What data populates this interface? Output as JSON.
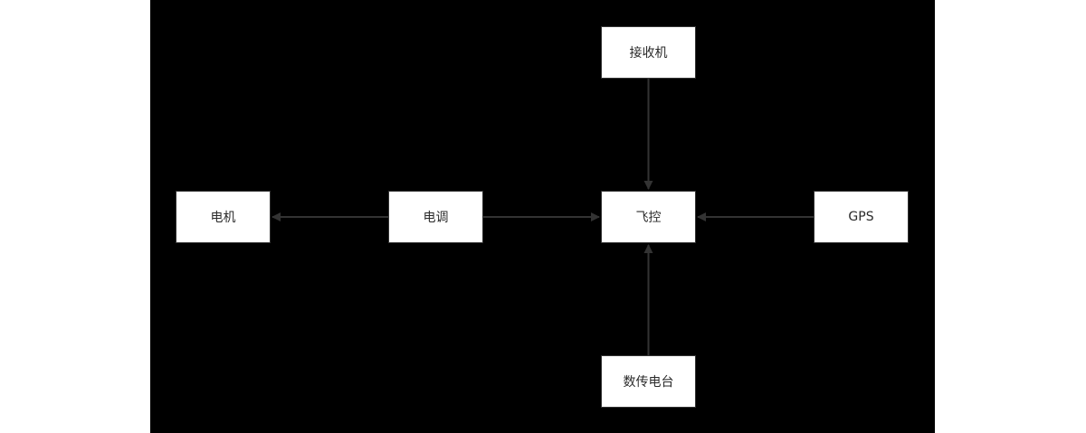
{
  "diagram": {
    "background_color": "#000000",
    "node_fill": "#ffffff",
    "line_color": "#333333",
    "nodes": {
      "receiver": "接收机",
      "motor": "电机",
      "esc": "电调",
      "flight_controller": "飞控",
      "gps": "GPS",
      "radio": "数传电台"
    },
    "edges": [
      {
        "from": "receiver",
        "to": "flight_controller"
      },
      {
        "from": "esc",
        "to": "motor"
      },
      {
        "from": "esc",
        "to": "flight_controller"
      },
      {
        "from": "gps",
        "to": "flight_controller"
      },
      {
        "from": "radio",
        "to": "flight_controller"
      }
    ]
  }
}
